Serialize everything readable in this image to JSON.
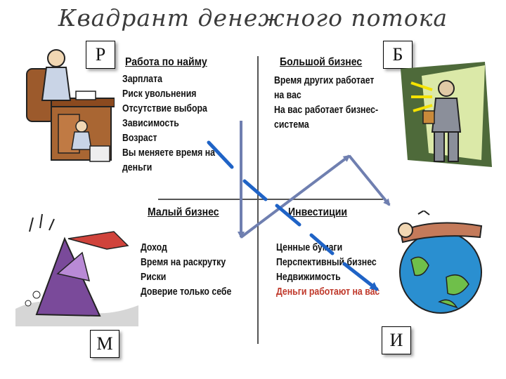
{
  "title": "Квадрант денежного потока",
  "quadrants": {
    "r": {
      "letter": "Р",
      "heading": "Работа по найму",
      "items": [
        "Зарплата",
        "Риск увольнения",
        "Отсутствие выбора",
        "Зависимость",
        "Возраст",
        "Вы меняете время на",
        "деньги"
      ]
    },
    "b": {
      "letter": "Б",
      "heading": "Большой бизнес",
      "items": [
        "Время других работает",
        "на вас",
        "На вас работает бизнес-",
        "система"
      ]
    },
    "m": {
      "letter": "М",
      "heading": "Малый бизнес",
      "items": [
        "Доход",
        "Время на раскрутку",
        "Риски",
        "Доверие только себе"
      ]
    },
    "i": {
      "letter": "И",
      "heading": "Инвестиции",
      "items": [
        "Ценные бумаги",
        "Перспективный бизнес",
        "Недвижимость"
      ],
      "highlight": "Деньги работают на вас"
    }
  },
  "colors": {
    "arrow_gray": "#6f7fb0",
    "arrow_blue": "#1f63c6",
    "highlight_text": "#c0392b"
  },
  "icons": [
    "office-worker-icon",
    "businessman-icon",
    "sinking-boat-icon",
    "relaxing-on-globe-icon"
  ]
}
